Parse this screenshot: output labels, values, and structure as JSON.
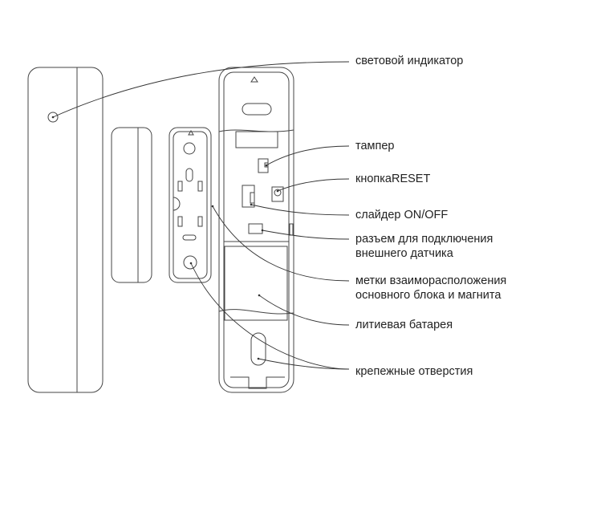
{
  "labels": {
    "led": "световой индикатор",
    "tamper": "тампер",
    "reset": "кнопкаRESET",
    "slider": "слайдер ON/OFF",
    "connector_1": "разъем для подключения",
    "connector_2": "внешнего датчика",
    "marks_1": "метки взаиморасположения",
    "marks_2": "основного блока и магнита",
    "battery": "литиевая батарея",
    "holes": "крепежные отверстия"
  }
}
